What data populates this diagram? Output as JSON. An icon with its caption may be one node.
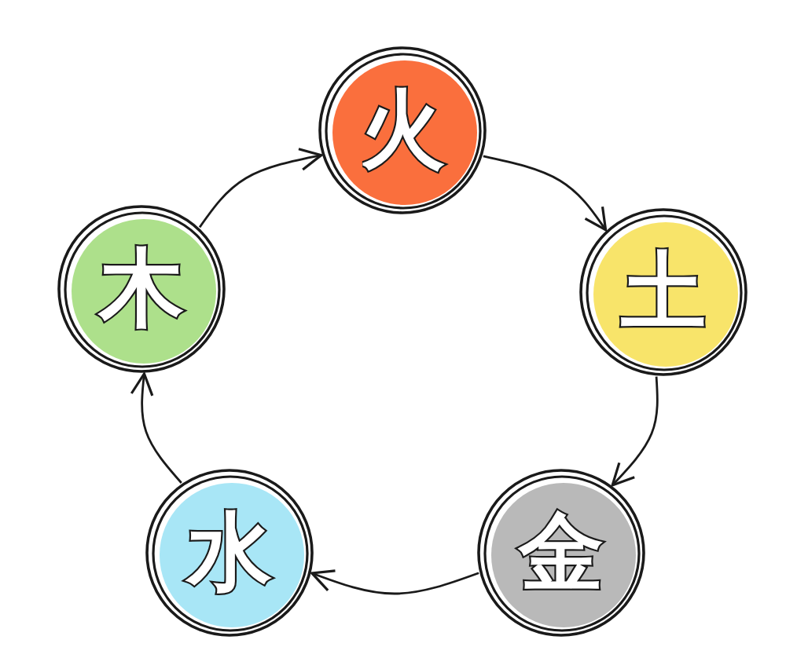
{
  "diagram": {
    "nodes": [
      {
        "text": [
          "火"
        ]
      },
      {
        "text": [
          "土"
        ]
      },
      {
        "text": [
          "金"
        ]
      },
      {
        "text": [
          "水"
        ]
      },
      {
        "text": [
          "木"
        ]
      }
    ],
    "edges": [
      {
        "from": 0,
        "to": 1,
        "arrow": "to"
      },
      {
        "from": 1,
        "to": 2,
        "arrow": "to"
      },
      {
        "from": 2,
        "to": 3,
        "arrow": "to"
      },
      {
        "from": 3,
        "to": 4,
        "arrow": "to"
      },
      {
        "from": 4,
        "to": 0,
        "arrow": "to"
      }
    ]
  }
}
